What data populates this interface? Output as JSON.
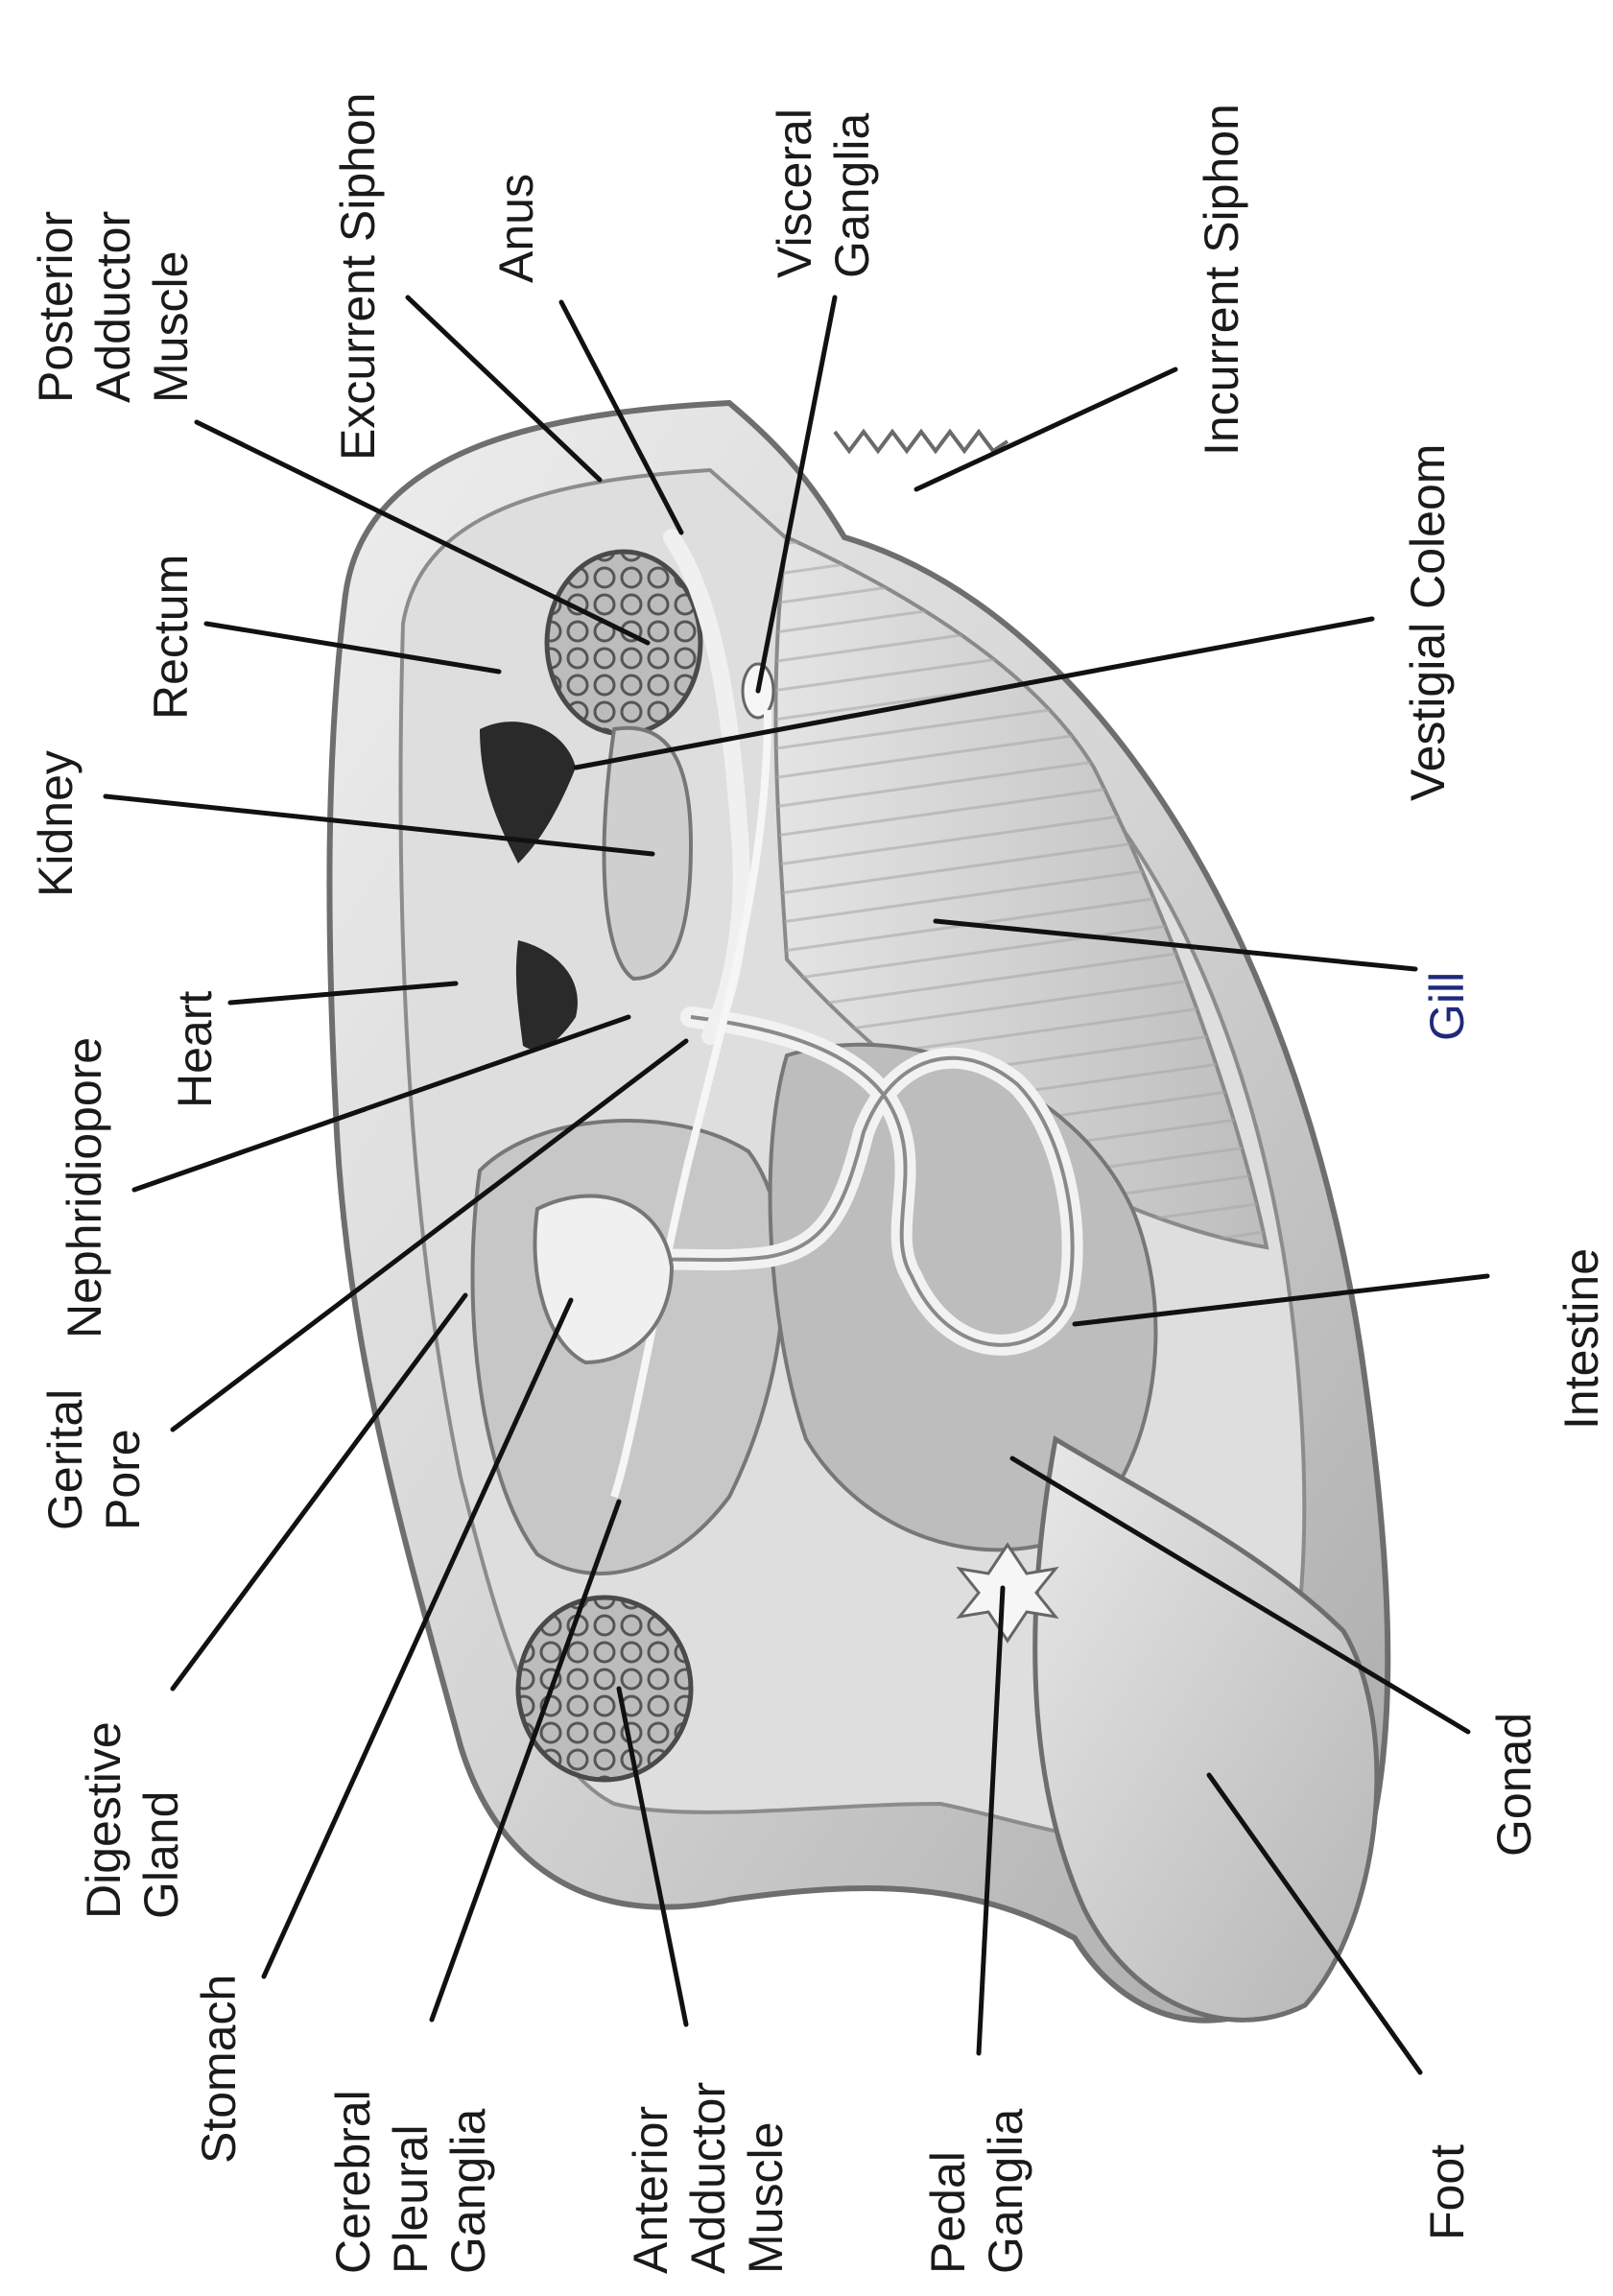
{
  "colors": {
    "background": "#ffffff",
    "label_text": "#1a1a1a",
    "leader_line": "#111111",
    "shell_fill": "#d9d9d9",
    "shell_shadow": "#9a9a9a",
    "cavity_dark": "#2a2a2a",
    "label_gill_ink": "#1f2a7a"
  },
  "labels": {
    "posterior_adductor_muscle": [
      "Posterior",
      "Adductor",
      "Muscle"
    ],
    "excurrent_siphon": [
      "Excurrent  Siphon"
    ],
    "anus": [
      "Anus"
    ],
    "visceral_ganglia": [
      "Visceral",
      "Ganglia"
    ],
    "incurrent_siphon": [
      "Incurrent  Siphon"
    ],
    "rectum": [
      "Rectum"
    ],
    "vestigial_coleom": [
      "Vestigial Coleom"
    ],
    "kidney": [
      "Kidney"
    ],
    "heart": [
      "Heart"
    ],
    "gill": [
      "Gill"
    ],
    "nephridiopore": [
      "Nephridiopore"
    ],
    "intestine": [
      "Intestine"
    ],
    "gerital_pore": [
      "Gerital",
      "Pore"
    ],
    "digestive_gland": [
      "Digestive",
      "Gland"
    ],
    "gonad": [
      "Gonad"
    ],
    "stomach": [
      "Stomach"
    ],
    "cerebral_pleural_ganglia": [
      "Cerebral",
      "Pleural",
      "Ganglia"
    ],
    "anterior_adductor_muscle": [
      "Anterior",
      "Adductor",
      "Muscle"
    ],
    "pedal_ganglia": [
      "Pedal",
      "Ganglia"
    ],
    "foot": [
      "Foot"
    ]
  }
}
